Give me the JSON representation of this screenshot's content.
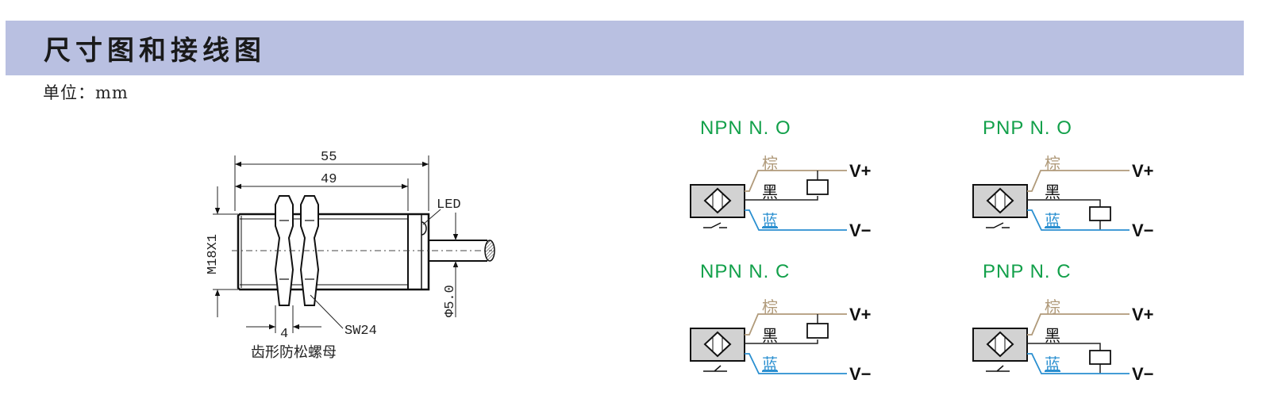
{
  "header": {
    "title": "尺寸图和接线图"
  },
  "unit_label": "单位：mm",
  "dimension_drawing": {
    "total_length": "55",
    "thread_length": "49",
    "thread_spec": "M18X1",
    "led_label": "LED",
    "nut_thickness": "4",
    "wrench_size": "SW24",
    "cable_diameter": "Φ5.0",
    "nut_caption": "齿形防松螺母"
  },
  "wiring": {
    "colors": {
      "brown": "#b09a7a",
      "black": "#222222",
      "blue": "#2a8fd0",
      "title": "#12a04a",
      "sensor_fill": "#d2d2d2"
    },
    "wire_labels": {
      "brown": "棕",
      "black": "黑",
      "blue": "蓝"
    },
    "supply": {
      "positive": "V+",
      "negative": "V−"
    },
    "diagrams": [
      {
        "title": "NPN  N. O",
        "type": "NPN",
        "contact": "NO"
      },
      {
        "title": "PNP  N. O",
        "type": "PNP",
        "contact": "NO"
      },
      {
        "title": "NPN  N. C",
        "type": "NPN",
        "contact": "NC"
      },
      {
        "title": "PNP  N. C",
        "type": "PNP",
        "contact": "NC"
      }
    ]
  }
}
